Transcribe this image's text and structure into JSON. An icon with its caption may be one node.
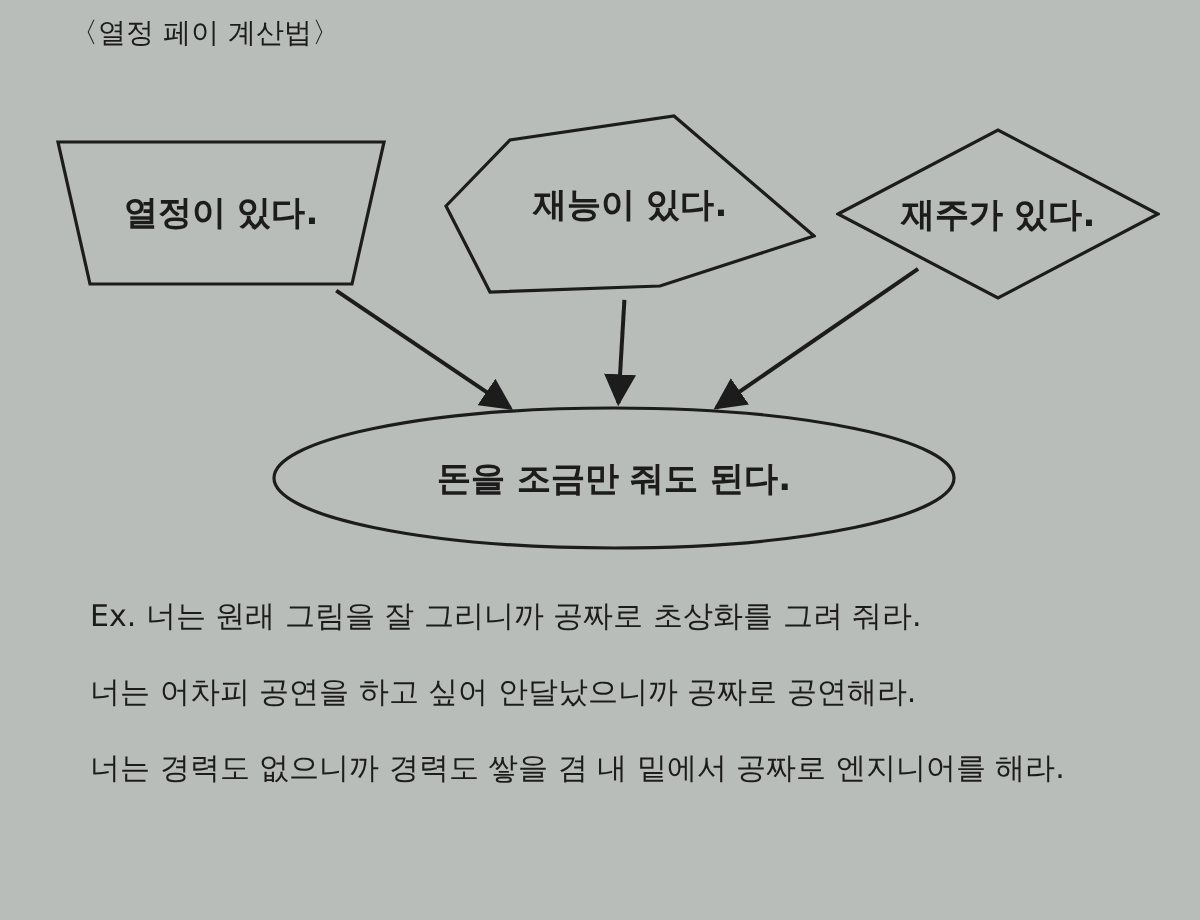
{
  "diagram": {
    "title": "〈열정 페이 계산법〉",
    "nodes": [
      {
        "text": [
          "열정이 있다."
        ]
      },
      {
        "text": [
          "재능이 있다."
        ]
      },
      {
        "text": [
          "재주가 있다."
        ]
      },
      {
        "text": [
          "돈을 조금만 줘도 된다."
        ]
      }
    ],
    "edges": [
      {
        "from": 0,
        "to": 3,
        "arrow": "to"
      },
      {
        "from": 1,
        "to": 3,
        "arrow": "to"
      },
      {
        "from": 2,
        "to": 3,
        "arrow": "to"
      }
    ],
    "labels": [
      "Ex. 너는 원래 그림을 잘 그리니까 공짜로 초상화를 그려 줘라.",
      "너는 어차피 공연을 하고 싶어 안달났으니까 공짜로 공연해라.",
      "너는 경력도 없으니까 경력도 쌓을 겸 내 밑에서 공짜로 엔지니어를 해라."
    ]
  }
}
